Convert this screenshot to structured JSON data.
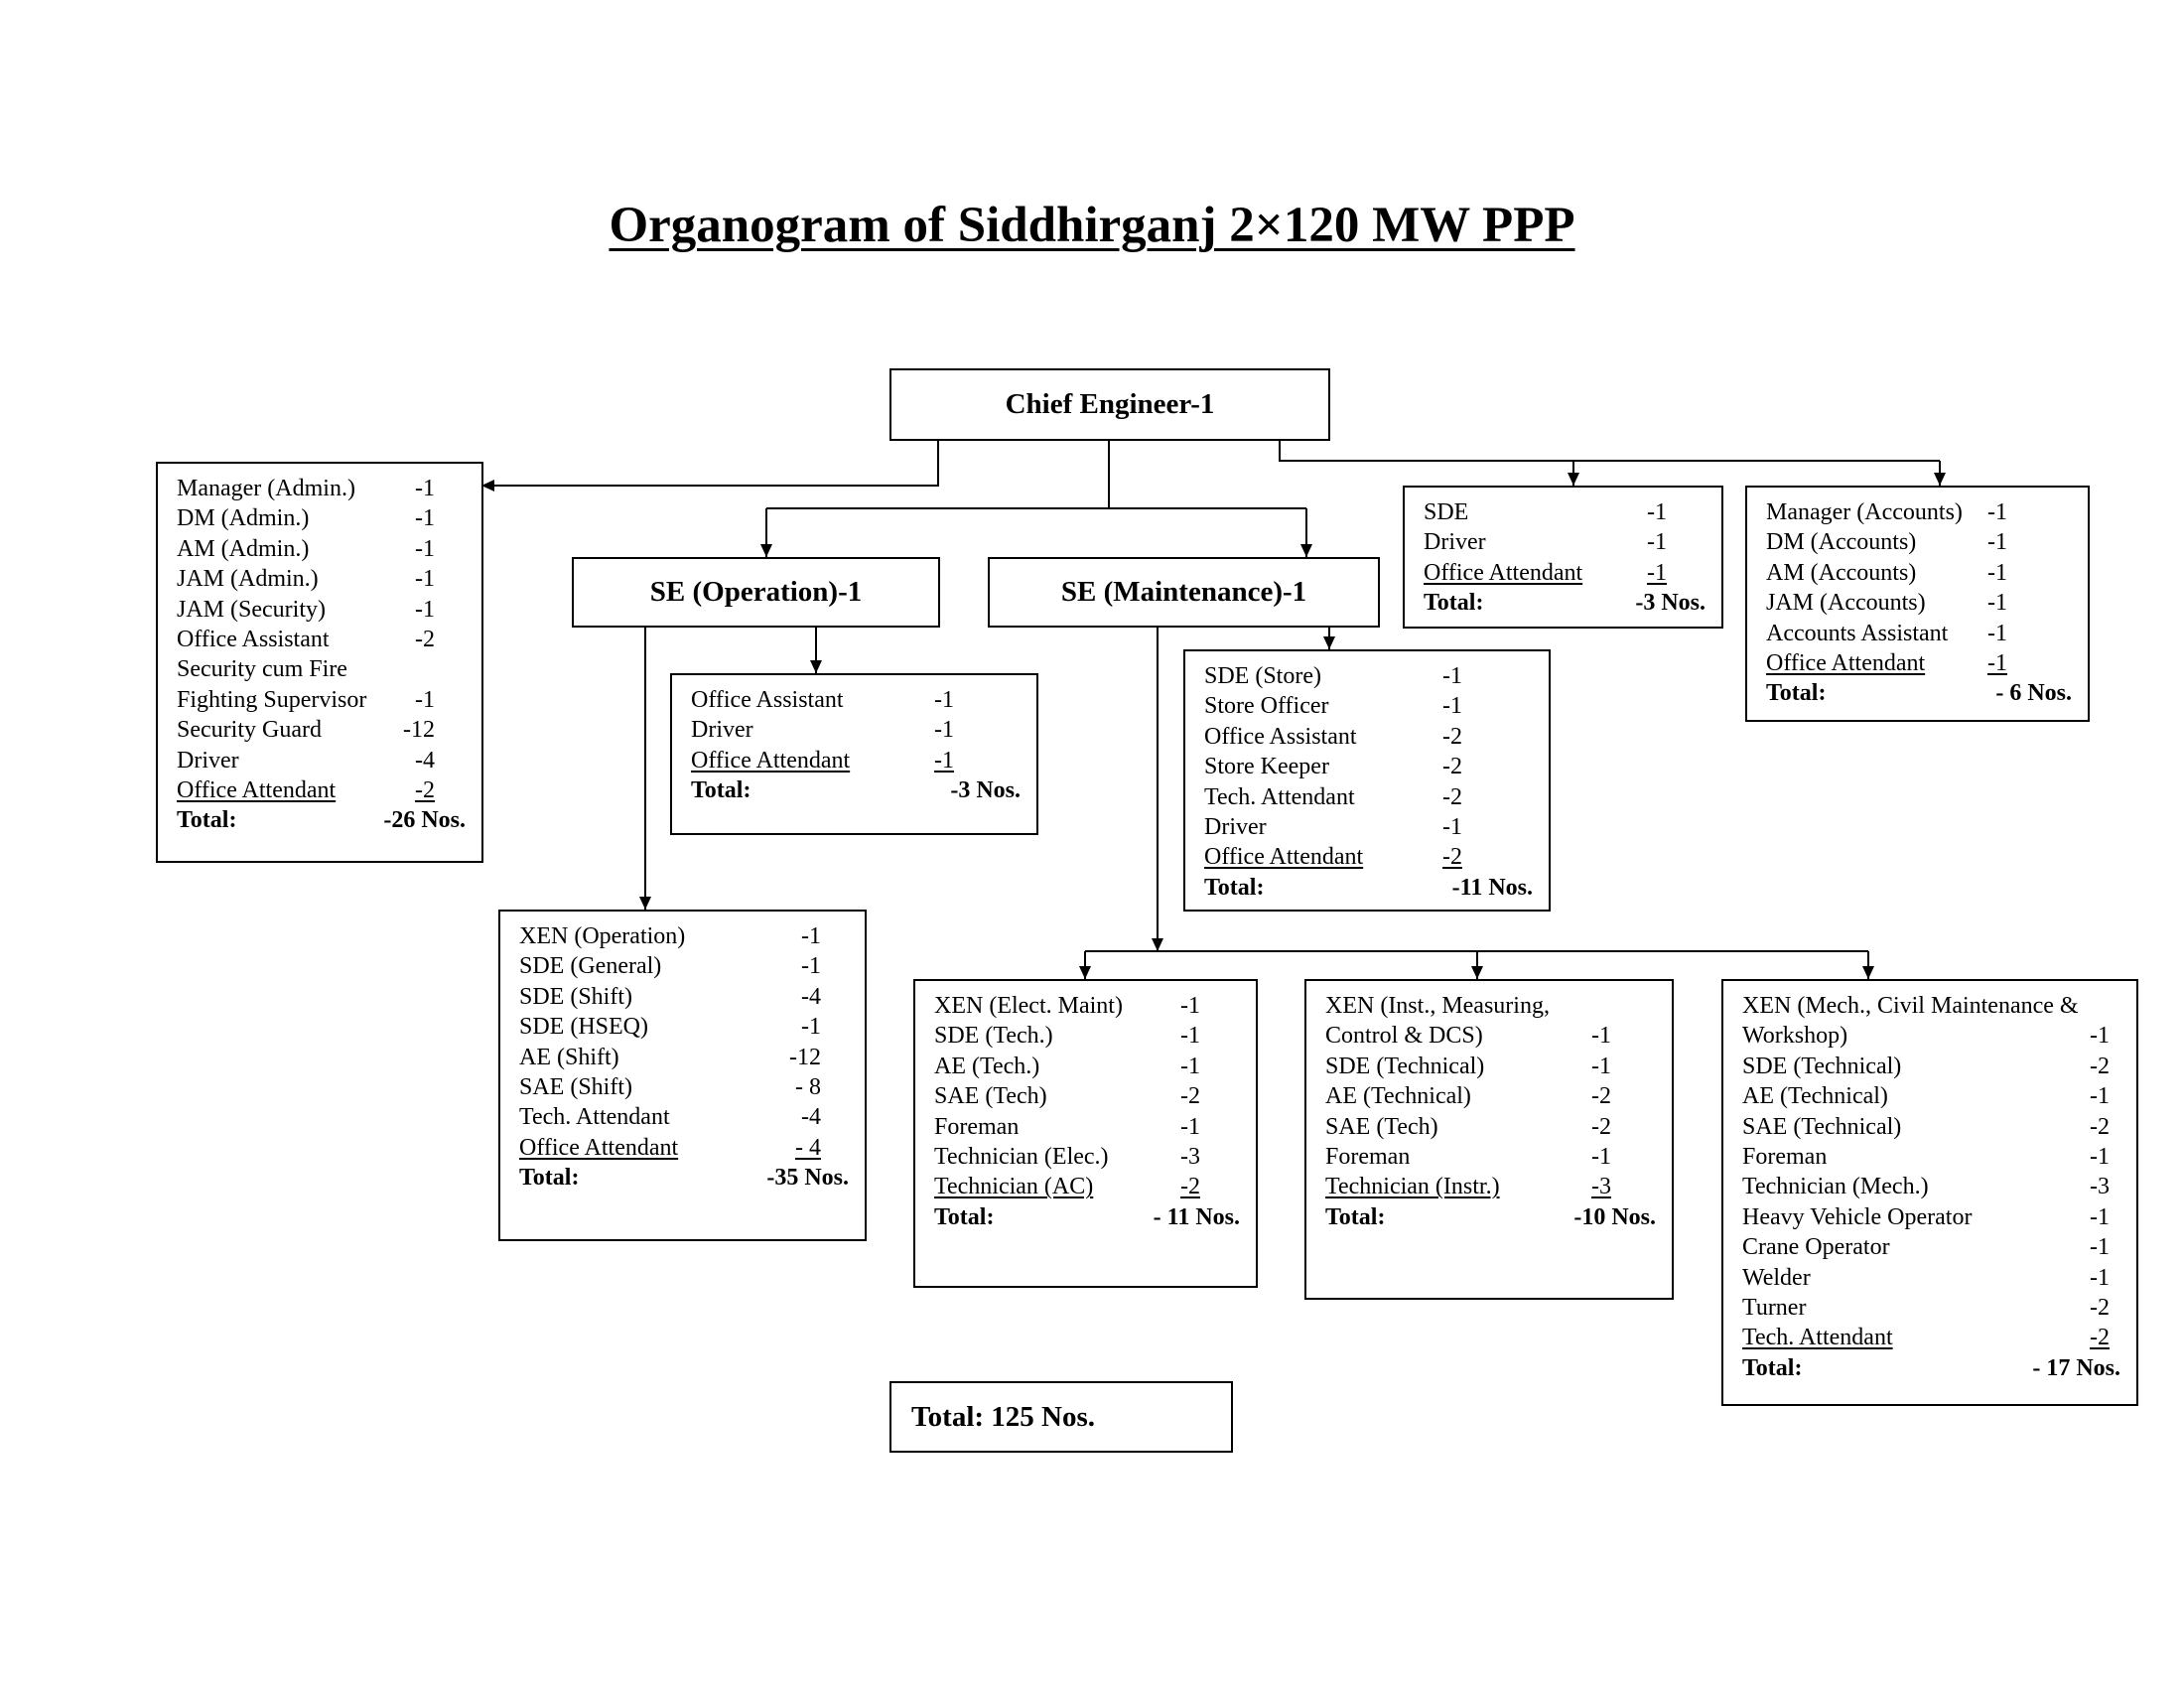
{
  "title": "Organogram of Siddhirganj 2×120 MW PPP",
  "chief": "Chief Engineer-1",
  "se_operation": "SE (Operation)-1",
  "se_maintenance": "SE (Maintenance)-1",
  "grand_total": "Total: 125 Nos.",
  "admin": {
    "rows": [
      {
        "name": "Manager (Admin.)",
        "val": "-1"
      },
      {
        "name": "DM (Admin.)",
        "val": "-1"
      },
      {
        "name": "AM (Admin.)",
        "val": "-1"
      },
      {
        "name": "JAM (Admin.)",
        "val": "-1"
      },
      {
        "name": "JAM (Security)",
        "val": "-1"
      },
      {
        "name": "Office Assistant",
        "val": "-2"
      },
      {
        "name": "Security cum Fire",
        "val": ""
      },
      {
        "name": "Fighting Supervisor",
        "val": "-1"
      },
      {
        "name": "Security Guard",
        "val": "-12"
      },
      {
        "name": "Driver",
        "val": "-4"
      },
      {
        "name": "Office Attendant",
        "val": "-2"
      },
      {
        "name": "Total:",
        "val": "-26 Nos."
      }
    ]
  },
  "ce_office": {
    "rows": [
      {
        "name": "SDE",
        "val": "-1"
      },
      {
        "name": "Driver",
        "val": "-1"
      },
      {
        "name": "Office Attendant",
        "val": "-1"
      },
      {
        "name": "Total:",
        "val": "-3 Nos."
      }
    ]
  },
  "accounts": {
    "rows": [
      {
        "name": "Manager (Accounts)",
        "val": "-1"
      },
      {
        "name": "DM (Accounts)",
        "val": "-1"
      },
      {
        "name": "AM (Accounts)",
        "val": "-1"
      },
      {
        "name": "JAM (Accounts)",
        "val": "-1"
      },
      {
        "name": "Accounts Assistant",
        "val": "-1"
      },
      {
        "name": "Office Attendant",
        "val": "-1"
      },
      {
        "name": "Total:",
        "val": "-  6 Nos."
      }
    ]
  },
  "op_office": {
    "rows": [
      {
        "name": "Office Assistant",
        "val": "-1"
      },
      {
        "name": "Driver",
        "val": "-1"
      },
      {
        "name": "Office Attendant",
        "val": "-1"
      },
      {
        "name": "Total:",
        "val": "-3 Nos."
      }
    ]
  },
  "store": {
    "rows": [
      {
        "name": "SDE (Store)",
        "val": "-1"
      },
      {
        "name": "Store Officer",
        "val": "-1"
      },
      {
        "name": "Office Assistant",
        "val": "-2"
      },
      {
        "name": "Store Keeper",
        "val": "-2"
      },
      {
        "name": "Tech. Attendant",
        "val": "-2"
      },
      {
        "name": "Driver",
        "val": "-1"
      },
      {
        "name": "Office Attendant",
        "val": "-2"
      },
      {
        "name": "Total:",
        "val": "-11 Nos."
      }
    ]
  },
  "xen_operation": {
    "rows": [
      {
        "name": "XEN (Operation)",
        "val": "-1"
      },
      {
        "name": "SDE (General)",
        "val": "-1"
      },
      {
        "name": "SDE (Shift)",
        "val": "-4"
      },
      {
        "name": "SDE (HSEQ)",
        "val": "-1"
      },
      {
        "name": "AE (Shift)",
        "val": "-12"
      },
      {
        "name": "SAE (Shift)",
        "val": "- 8"
      },
      {
        "name": "Tech. Attendant",
        "val": "-4"
      },
      {
        "name": "Office Attendant",
        "val": "- 4"
      },
      {
        "name": "Total:",
        "val": "-35 Nos."
      }
    ]
  },
  "xen_elect": {
    "rows": [
      {
        "name": "XEN (Elect. Maint)",
        "val": "-1"
      },
      {
        "name": "SDE (Tech.)",
        "val": "-1"
      },
      {
        "name": "AE (Tech.)",
        "val": "-1"
      },
      {
        "name": "SAE (Tech)",
        "val": "-2"
      },
      {
        "name": "Foreman",
        "val": "-1"
      },
      {
        "name": "Technician (Elec.)",
        "val": "-3"
      },
      {
        "name": "Technician (AC)",
        "val": "-2"
      },
      {
        "name": "Total:",
        "val": "- 11 Nos."
      }
    ]
  },
  "xen_inst": {
    "rows": [
      {
        "name": "XEN (Inst., Measuring,",
        "val": ""
      },
      {
        "name": "Control & DCS)",
        "val": "-1"
      },
      {
        "name": "SDE (Technical)",
        "val": "-1"
      },
      {
        "name": "AE (Technical)",
        "val": "-2"
      },
      {
        "name": "SAE (Tech)",
        "val": "-2"
      },
      {
        "name": "Foreman",
        "val": "-1"
      },
      {
        "name": "Technician (Instr.)",
        "val": "-3"
      },
      {
        "name": "Total:",
        "val": "-10 Nos."
      }
    ]
  },
  "xen_mech": {
    "rows": [
      {
        "name": "XEN (Mech., Civil Maintenance &",
        "val": ""
      },
      {
        "name": "Workshop)",
        "val": "-1"
      },
      {
        "name": "SDE (Technical)",
        "val": "-2"
      },
      {
        "name": "AE (Technical)",
        "val": "-1"
      },
      {
        "name": "SAE (Technical)",
        "val": "-2"
      },
      {
        "name": "Foreman",
        "val": "-1"
      },
      {
        "name": "Technician (Mech.)",
        "val": "-3"
      },
      {
        "name": "Heavy Vehicle Operator",
        "val": "-1"
      },
      {
        "name": "Crane Operator",
        "val": "-1"
      },
      {
        "name": "Welder",
        "val": "-1"
      },
      {
        "name": "Turner",
        "val": "-2"
      },
      {
        "name": "Tech. Attendant",
        "val": "-2"
      },
      {
        "name": "Total:",
        "val": "- 17 Nos."
      }
    ]
  }
}
